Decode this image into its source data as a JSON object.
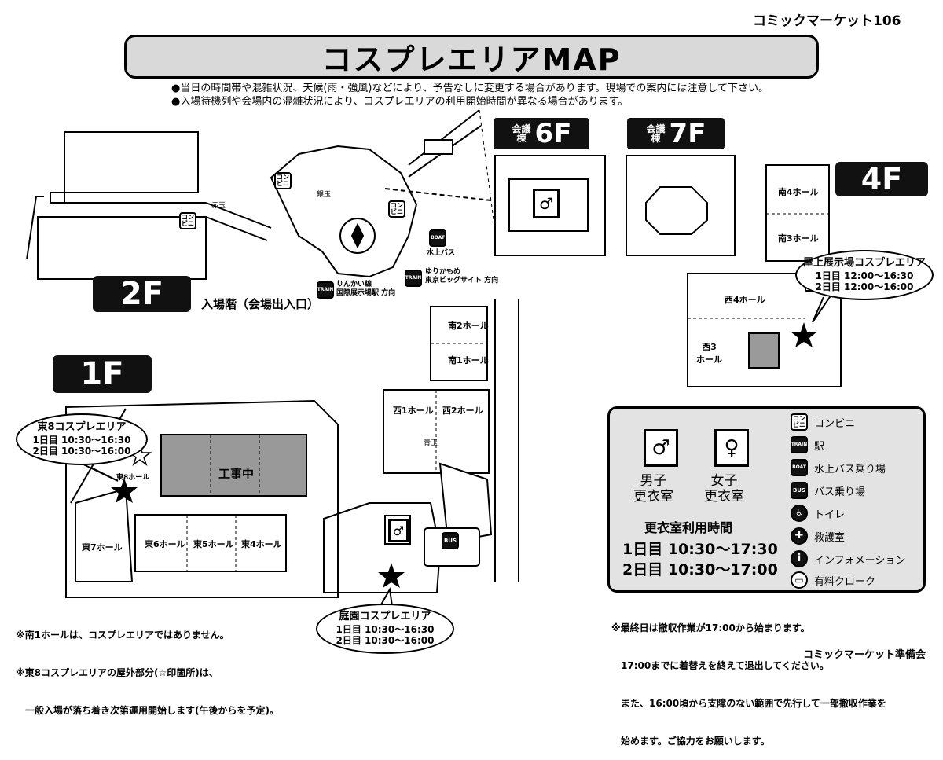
{
  "header": {
    "event": "コミックマーケット106",
    "title": "コスプレエリアMAP",
    "notes": [
      "●当日の時間帯や混雑状況、天候(雨・強風)などにより、予告なしに変更する場合があります。現場での案内には注意して下さい。",
      "●入場待機列や会場内の混雑状況により、コスプレエリアの利用開始時間が異なる場合があります。"
    ]
  },
  "floors": {
    "f2": "2F",
    "f2_caption": "入場階（会場出入口）",
    "f1": "1F",
    "f4": "4F",
    "conf_label": "会議棟",
    "f6": "6F",
    "f7": "7F"
  },
  "halls": {
    "minami4": "南4ホール",
    "minami3": "南3ホール",
    "nishi4": "西4ホール",
    "nishi3_a": "西3",
    "nishi3_b": "ホール",
    "minami2": "南2ホール",
    "minami1": "南1ホール",
    "nishi1": "西1ホール",
    "nishi2": "西2ホール",
    "higashi8": "東8ホール",
    "higashi7": "東7ホール",
    "higashi6": "東6ホール",
    "higashi5": "東5ホール",
    "higashi4": "東4ホール",
    "construction": "工事中"
  },
  "map_labels": {
    "conv_a": "コン",
    "conv_b": "ビニ",
    "akadama": "赤玉",
    "gindama": "銀玉",
    "aodama": "青玉",
    "suijou_bus": "水上バス",
    "rinkai_line": "りんかい線",
    "rinkai_station": "国際展示場駅 方向",
    "yurikamome": "ゆりかもめ",
    "bigsight_station": "東京ビッグサイト 方向",
    "boat": "BOAT",
    "train": "TRAIN",
    "bus": "BUS"
  },
  "areas": {
    "rooftop": {
      "name": "屋上展示場コスプレエリア",
      "day1": "1日目 12:00～16:30",
      "day2": "2日目 12:00～16:00"
    },
    "east8": {
      "name": "東8コスプレエリア",
      "day1": "1日目 10:30～16:30",
      "day2": "2日目 10:30～16:00"
    },
    "garden": {
      "name": "庭園コスプレエリア",
      "day1": "1日目 10:30～16:30",
      "day2": "2日目 10:30～16:00"
    }
  },
  "legend": {
    "male_a": "男子",
    "male_b": "更衣室",
    "female_a": "女子",
    "female_b": "更衣室",
    "hours_title": "更衣室利用時間",
    "hours_day1": "1日目 10:30～17:30",
    "hours_day2": "2日目 10:30～17:00",
    "items": [
      "コンビニ",
      "駅",
      "水上バス乗り場",
      "バス乗り場",
      "トイレ",
      "救護室",
      "インフォメーション",
      "有料クローク"
    ]
  },
  "footnotes_left": [
    "※南1ホールは、コスプレエリアではありません。",
    "※東8コスプレエリアの屋外部分(☆印箇所)は、",
    "　一般入場が落ち着き次第運用開始します(午後からを予定)。"
  ],
  "footnotes_right": [
    "※最終日は撤収作業が17:00から始まります。",
    "　17:00までに着替えを終えて退出してください。",
    "　また、16:00頃から支障のない範囲で先行して一部撤収作業を",
    "　始めます。ご協力をお願いします。"
  ],
  "organizer": "コミックマーケット準備会"
}
